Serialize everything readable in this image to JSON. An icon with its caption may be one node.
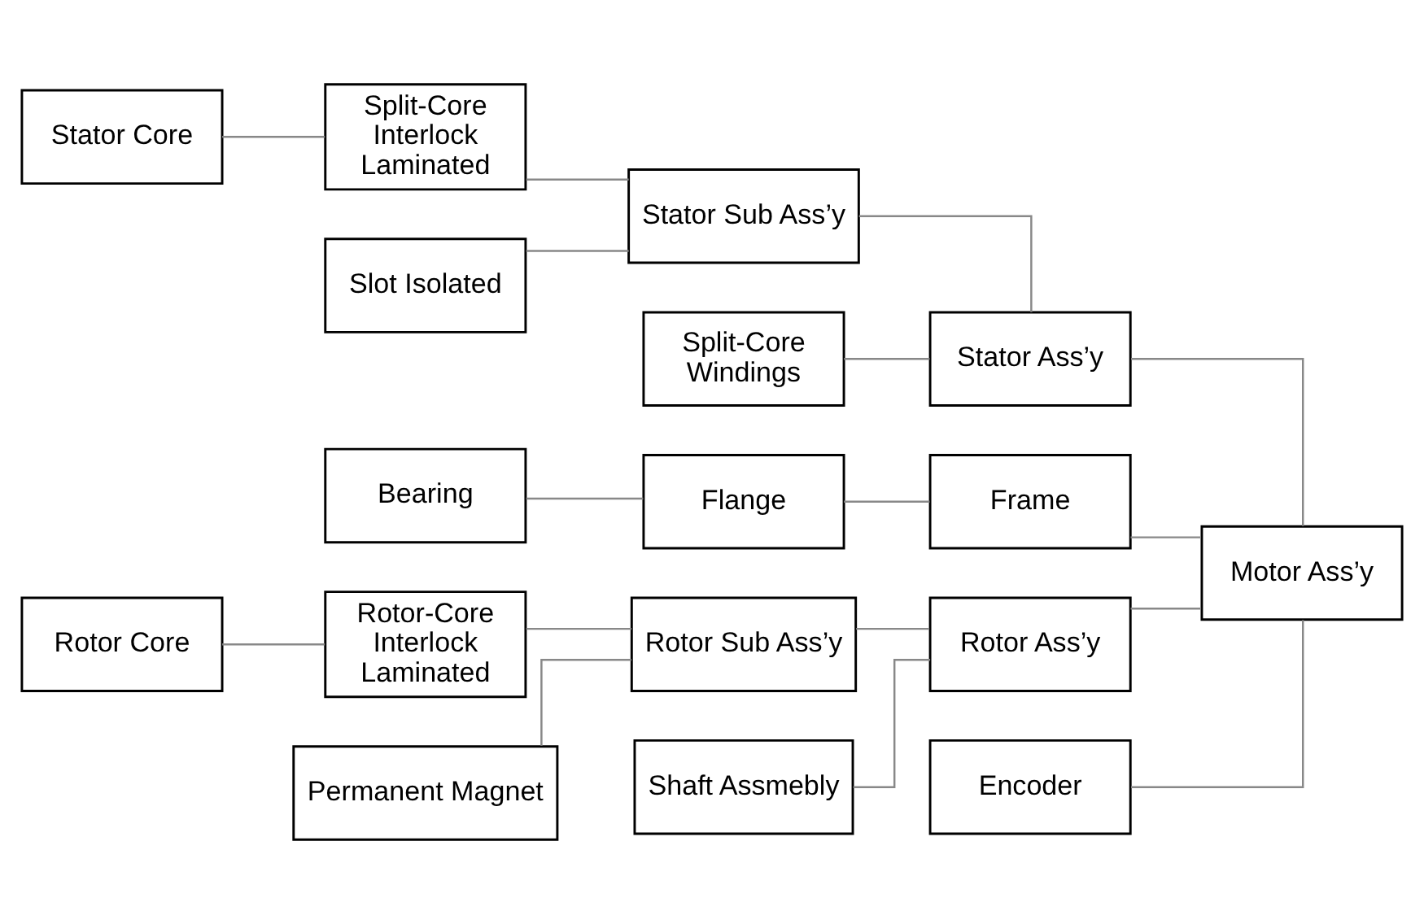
{
  "diagram": {
    "nodes": [
      {
        "text": [
          "Stator Core"
        ]
      },
      {
        "text": [
          "Split-Core Interlock Laminated"
        ]
      },
      {
        "text": [
          "Stator Sub Ass’y"
        ]
      },
      {
        "text": [
          "Stator Ass’y"
        ]
      },
      {
        "text": [
          "Slot Isolated"
        ]
      },
      {
        "text": [
          "Split-Core Windings"
        ]
      },
      {
        "text": [
          "Bearing"
        ]
      },
      {
        "text": [
          "Flange"
        ]
      },
      {
        "text": [
          "Frame"
        ]
      },
      {
        "text": [
          "Motor Ass’y"
        ]
      },
      {
        "text": [
          "Rotor Core"
        ]
      },
      {
        "text": [
          "Rotor-Core Interlock Laminated"
        ]
      },
      {
        "text": [
          "Rotor Sub Ass’y"
        ]
      },
      {
        "text": [
          "Rotor Ass’y"
        ]
      },
      {
        "text": [
          "Permanent Magnet"
        ]
      },
      {
        "text": [
          "Shaft Assmebly"
        ]
      },
      {
        "text": [
          "Encoder"
        ]
      }
    ],
    "edges": [
      {
        "from": 0,
        "to": 1,
        "arrow": "none"
      },
      {
        "from": 1,
        "to": 2,
        "arrow": "none"
      },
      {
        "from": 4,
        "to": 2,
        "arrow": "none"
      },
      {
        "from": 2,
        "to": 3,
        "arrow": "none"
      },
      {
        "from": 5,
        "to": 3,
        "arrow": "none"
      },
      {
        "from": 3,
        "to": 9,
        "arrow": "none"
      },
      {
        "from": 6,
        "to": 7,
        "arrow": "none"
      },
      {
        "from": 7,
        "to": 8,
        "arrow": "none"
      },
      {
        "from": 8,
        "to": 9,
        "arrow": "none"
      },
      {
        "from": 10,
        "to": 11,
        "arrow": "none"
      },
      {
        "from": 11,
        "to": 12,
        "arrow": "none"
      },
      {
        "from": 14,
        "to": 12,
        "arrow": "none"
      },
      {
        "from": 12,
        "to": 13,
        "arrow": "none"
      },
      {
        "from": 15,
        "to": 13,
        "arrow": "none"
      },
      {
        "from": 13,
        "to": 9,
        "arrow": "none"
      },
      {
        "from": 16,
        "to": 9,
        "arrow": "none"
      }
    ]
  }
}
